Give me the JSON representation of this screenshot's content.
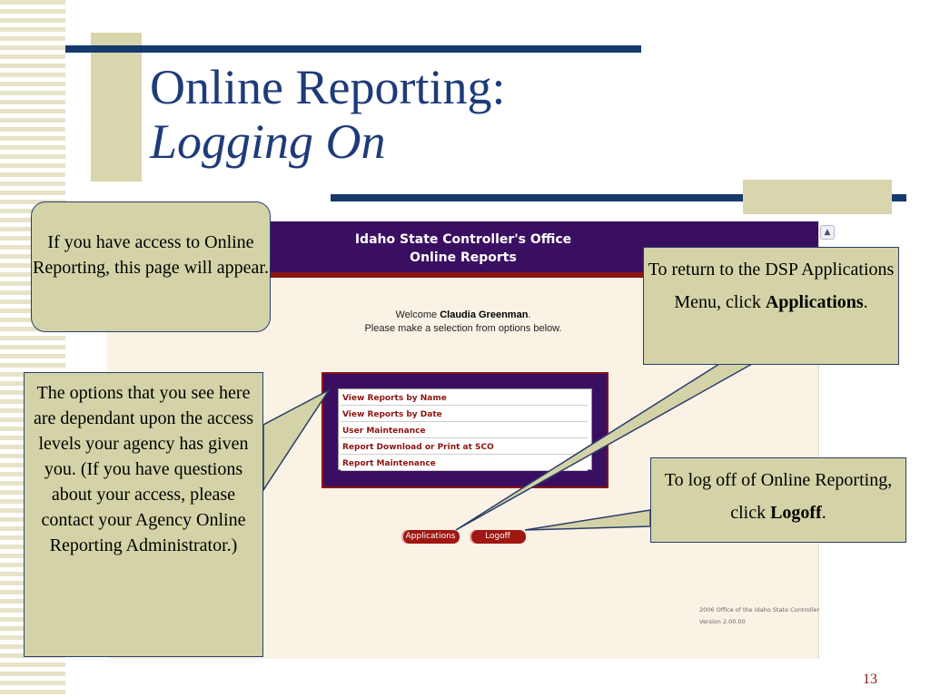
{
  "slide": {
    "title_line1": "Online Reporting:",
    "title_line2": "Logging On",
    "page_number": "13"
  },
  "screenshot": {
    "header_line1": "Idaho State Controller's Office",
    "header_line2": "Online Reports",
    "welcome_prefix": "Welcome",
    "user_name": "Claudia Greenman",
    "welcome_suffix": ".",
    "instruction": "Please make a selection from options below.",
    "menu_items": [
      "View Reports by Name",
      "View Reports by Date",
      "User Maintenance",
      "Report Download or Print at SCO",
      "Report Maintenance"
    ],
    "buttons": {
      "applications": "Applications",
      "logoff": "Logoff"
    },
    "footer_line1": "2006  Office of the Idaho State Controller",
    "footer_line2": "Version 2.00.00"
  },
  "callouts": {
    "access": "If you have access to Online Reporting, this page will appear.",
    "options": "The options that you see here are dependant upon the access levels your agency has given you. (If you have questions about your access, please contact your Agency Online Reporting Administrator.)",
    "applications_text": "To return to the DSP Applications Menu, click",
    "applications_bold": "Applications",
    "applications_end": ".",
    "logoff_text": "To log off of Online Reporting, click",
    "logoff_bold": "Logoff",
    "logoff_end": "."
  },
  "colors": {
    "title": "#1e3b7a",
    "header_bg": "#3a0f61",
    "accent_red": "#8b1410",
    "callout_bg": "#d4d3a7"
  }
}
